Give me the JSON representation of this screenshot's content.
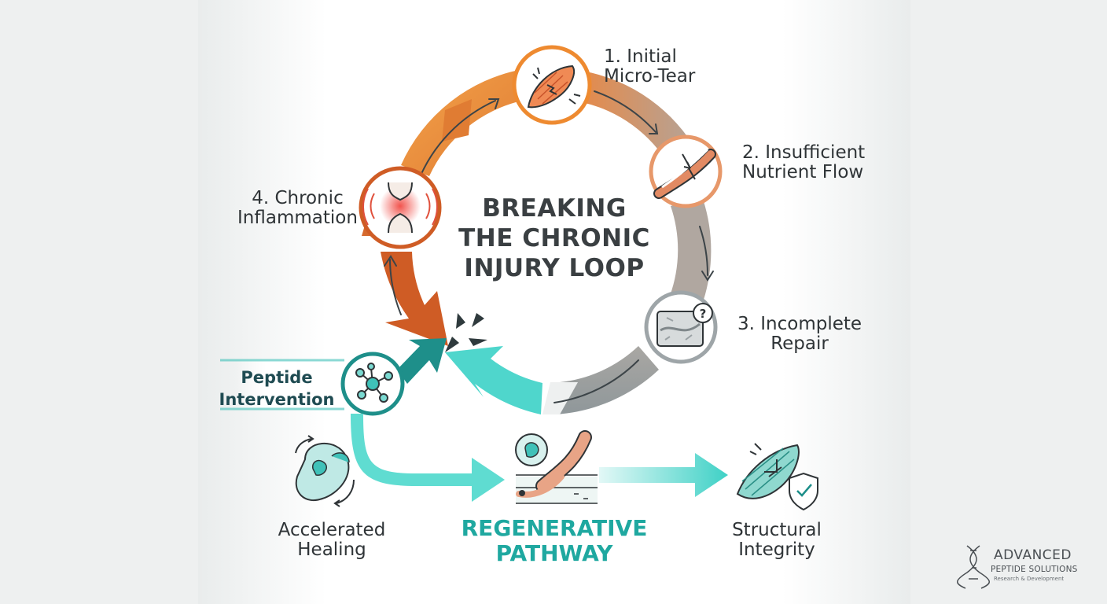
{
  "diagram": {
    "title_lines": [
      "BREAKING",
      "THE CHRONIC",
      "INJURY LOOP"
    ],
    "loop_steps": [
      {
        "lines": [
          "1. Initial",
          "Micro-Tear"
        ],
        "icon": "torn-muscle-icon"
      },
      {
        "lines": [
          "2. Insufficient",
          "Nutrient Flow"
        ],
        "icon": "narrow-vessel-icon"
      },
      {
        "lines": [
          "3. Incomplete",
          "Repair"
        ],
        "icon": "damaged-tissue-question-icon"
      },
      {
        "lines": [
          "4. Chronic",
          "Inflammation"
        ],
        "icon": "inflamed-joint-icon"
      }
    ],
    "intervention": {
      "lines": [
        "Peptide",
        "Intervention"
      ],
      "icon": "molecule-icon"
    },
    "pathway": {
      "title_lines": [
        "REGENERATIVE",
        "PATHWAY"
      ],
      "left": {
        "lines": [
          "Accelerated",
          "Healing"
        ],
        "icon": "cell-division-icon"
      },
      "right": {
        "lines": [
          "Structural",
          "Integrity"
        ],
        "icon": "muscle-shield-icon"
      },
      "middle_icon": "cell-repair-tissue-icon"
    },
    "colors": {
      "orange": "#f0923a",
      "rust": "#d05f28",
      "gray": "#9aa1a4",
      "teal": "#3fd1c6",
      "dark_teal": "#1e8f8a"
    }
  },
  "logo": {
    "name": "ADVANCED",
    "subtitle": "PEPTIDE SOLUTIONS",
    "tagline": "Research & Development"
  }
}
